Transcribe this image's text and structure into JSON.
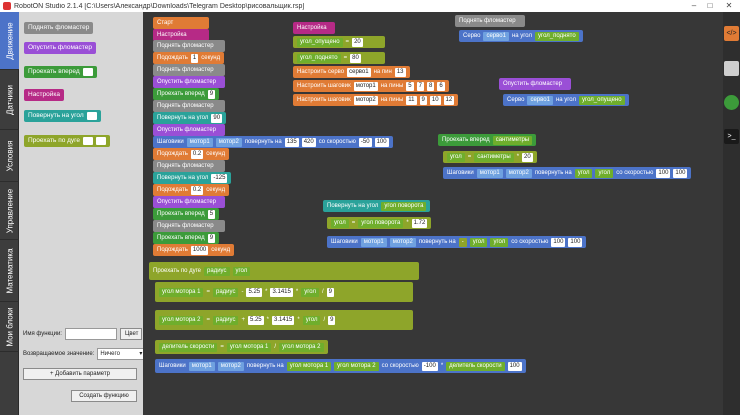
{
  "window": {
    "title": "RobotON Studio 2.1.4 [C:\\Users\\Александр\\Downloads\\Telegram Desktop\\рисовальщик.rsp]"
  },
  "sidetabs": [
    "Движение",
    "Датчики",
    "Условия",
    "Управление",
    "Математика",
    "Мои блоки"
  ],
  "palette": {
    "raise": "Поднять фломастер",
    "lower": "Опустить фломастер",
    "forward": "Проехать вперед",
    "setup": "Настройка",
    "turn": "Повернуть на угол",
    "arc": "Проехать по дуге"
  },
  "funcform": {
    "name_label": "Имя функции:",
    "name_value": "",
    "color_btn": "Цвет",
    "return_label": "Возвращаемое значение:",
    "return_value": "Ничего",
    "add_param": "+ Добавить параметр",
    "create": "Создать функцию"
  },
  "main": {
    "start": "Старт",
    "setup": "Настройка",
    "raise": "Поднять фломастер",
    "wait": "Подождать",
    "sec": "секунд",
    "lower": "Опустить фломастер",
    "forward": "Проехать вперед",
    "turn": "Повернуть на угол",
    "motors": "Шаговики",
    "motor1": "мотор1",
    "motor2": "мотор2",
    "rotate": "повернуть на",
    "speed": "со скоростью",
    "v_wait1": "1",
    "v_fwd1": "9",
    "v_turn1": "90",
    "v_step_a": "135",
    "v_step_b": "420",
    "v_speed_a": "-50",
    "v_speed_b": "100",
    "v_wait2": "0.2",
    "v_turn2": "-125",
    "v_wait3": "0.2",
    "v_fwd2": "5",
    "v_fwd3": "9",
    "v_wait4": "1000"
  },
  "setup": {
    "header": "Настройка",
    "angle_low_var": "угол_опущено",
    "angle_low_val": "20",
    "angle_up_var": "угол_поднято",
    "angle_up_val": "80",
    "servo_label": "Настроить серво",
    "servo_name": "серво1",
    "on_pin": "на пин",
    "servo_pin": "13",
    "stepper_label": "Настроить шаговик",
    "stepper1": "мотор1",
    "stepper2": "мотор2",
    "on_pins": "на пины",
    "pins1": [
      "5",
      "7",
      "8",
      "6"
    ],
    "pins2": [
      "11",
      "9",
      "10",
      "12"
    ]
  },
  "raise_def": {
    "header": "Поднять фломастер",
    "servo": "Серво",
    "servo_name": "серво1",
    "to_angle": "на угол",
    "angle_var": "угол_поднято"
  },
  "lower_def": {
    "header": "Опустить фломастер",
    "servo": "Серво",
    "servo_name": "серво1",
    "to_angle": "на угол",
    "angle_var": "угол_опущено"
  },
  "fwd_def": {
    "header": "Проехать вперед",
    "param": "сантиметры",
    "var": "угол",
    "times": "сантиметры",
    "factor": "20",
    "motors": "Шаговики",
    "m1": "мотор1",
    "m2": "мотор2",
    "rotate": "повернуть на",
    "angle": "угол",
    "speed": "со скоростью",
    "s1": "100",
    "s2": "100"
  },
  "turn_def": {
    "header": "Повернуть на угол",
    "param": "угол поворота",
    "var": "угол",
    "src": "угол поворота",
    "factor": "1.72",
    "motors": "Шаговики",
    "m1": "мотор1",
    "m2": "мотор2",
    "rotate": "повернуть на",
    "neg": "-",
    "angle": "угол",
    "speed": "со скоростью",
    "s1": "100",
    "s2": "100"
  },
  "arc_def": {
    "header": "Проехать по дуге",
    "param_r": "радиус",
    "param_a": "угол",
    "m1_var": "угол мотора 1",
    "m2_var": "угол мотора 2",
    "radius": "радиус",
    "minus": "-",
    "plus": "+",
    "k1": "5.25",
    "k2": "5.25",
    "pi": "3.1415",
    "angle": "угол",
    "div": "9",
    "ratio_var": "делитель скорости",
    "motors": "Шаговики",
    "m1": "мотор1",
    "m2": "мотор2",
    "rotate": "повернуть на",
    "speed": "со скоростью",
    "s1": "-100",
    "s2": "100"
  },
  "colors": {
    "event": "#9a4fd6",
    "action": "#4c73c8",
    "wait": "#e07b35",
    "var": "#8ea52a",
    "logic": "#3c9b3a"
  }
}
